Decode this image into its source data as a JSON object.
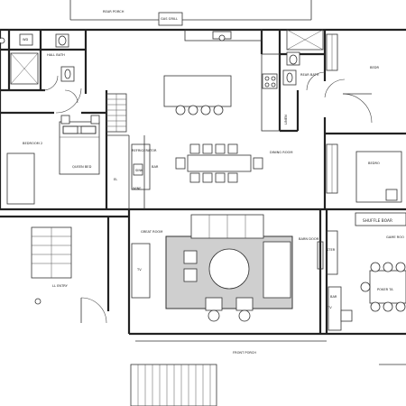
{
  "rooms": {
    "rear_porch": "REAR PORCH",
    "gas_grill": "GAS GRILL",
    "hall_bath": "HALL BATH",
    "wd": "WD",
    "rear_bath": "REAR BATH",
    "bedroom_right_top": "BEDR",
    "bedroom2": "BEDROOM 2",
    "bedroom2_bed": "QUEEN BED",
    "refrigerator": "REFRIGERATOR",
    "bar": "BAR",
    "sink": "SINK",
    "wine_fridge": "WINE",
    "el": "EL",
    "dining_room": "DINING ROOM",
    "bedroom_right_mid": "BEDRO",
    "great_room": "GREAT ROOM",
    "barn_door": "BARN DOOR",
    "game_room": "GAME ROO",
    "shuffle_board": "SHUFFLE BOAR",
    "poker_table": "POKER TA",
    "tv_left": "TV",
    "tv_right": "TV",
    "bar_right": "BAR",
    "ster": "STER",
    "linen": "LINEN",
    "front_porch": "FRONT PORCH",
    "ll_entry": "LL ENTRY"
  }
}
